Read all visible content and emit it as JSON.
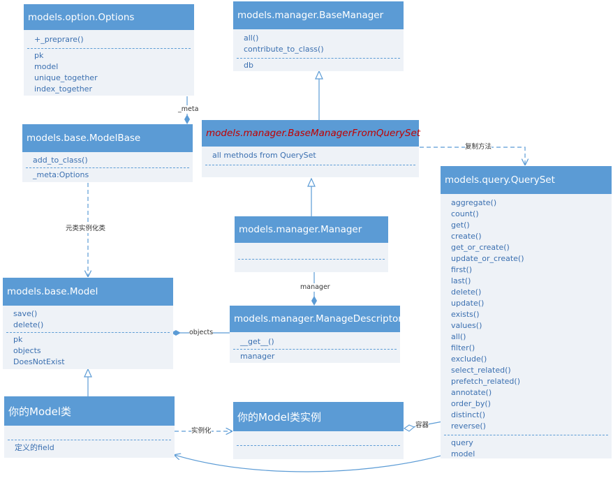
{
  "colors": {
    "header": "#5b9bd5",
    "body": "#eef2f7",
    "line": "#5b9bd5",
    "italic_title": "#c00000"
  },
  "options": {
    "title": "models.option.Options",
    "methods": [
      "+_preprare()"
    ],
    "attrs": [
      "pk",
      "model",
      "unique_together",
      "index_together"
    ]
  },
  "basemanager": {
    "title": "models.manager.BaseManager",
    "methods": [
      "all()",
      "contribute_to_class()"
    ],
    "attrs": [
      "db"
    ]
  },
  "modelbase": {
    "title": "models.base.ModelBase",
    "methods": [
      "add_to_class()"
    ],
    "attrs": [
      "_meta:Options"
    ]
  },
  "bmfqs": {
    "title": "models.manager.BaseManagerFromQuerySet",
    "methods": [
      "all methods from QuerySet"
    ]
  },
  "queryset": {
    "title": "models.query.QuerySet",
    "methods": [
      "aggregate()",
      "count()",
      "get()",
      "create()",
      "get_or_create()",
      "update_or_create()",
      "first()",
      "last()",
      "delete()",
      "update()",
      "exists()",
      "values()",
      "all()",
      "filter()",
      "exclude()",
      "select_related()",
      "prefetch_related()",
      "annotate()",
      "order_by()",
      "distinct()",
      "reverse()"
    ],
    "attrs": [
      "query",
      "model"
    ]
  },
  "manager": {
    "title": "models.manager.Manager"
  },
  "model": {
    "title": "models.base.Model",
    "methods": [
      "save()",
      "delete()"
    ],
    "attrs": [
      "pk",
      "objects",
      "DoesNotExist"
    ]
  },
  "descriptor": {
    "title": "models.manager.ManageDescriptor",
    "methods": [
      "__get__()"
    ],
    "attrs": [
      "manager"
    ]
  },
  "yourmodel": {
    "title": "你的Model类",
    "attrs": [
      "定义的field"
    ]
  },
  "instance": {
    "title": "你的Model类实例"
  },
  "labels": {
    "meta": "_meta",
    "metaclass": "元类实例化类",
    "copy": "复制方法",
    "manager": "manager",
    "objects": "objects",
    "instantiate": "实例化",
    "container": "容器"
  }
}
